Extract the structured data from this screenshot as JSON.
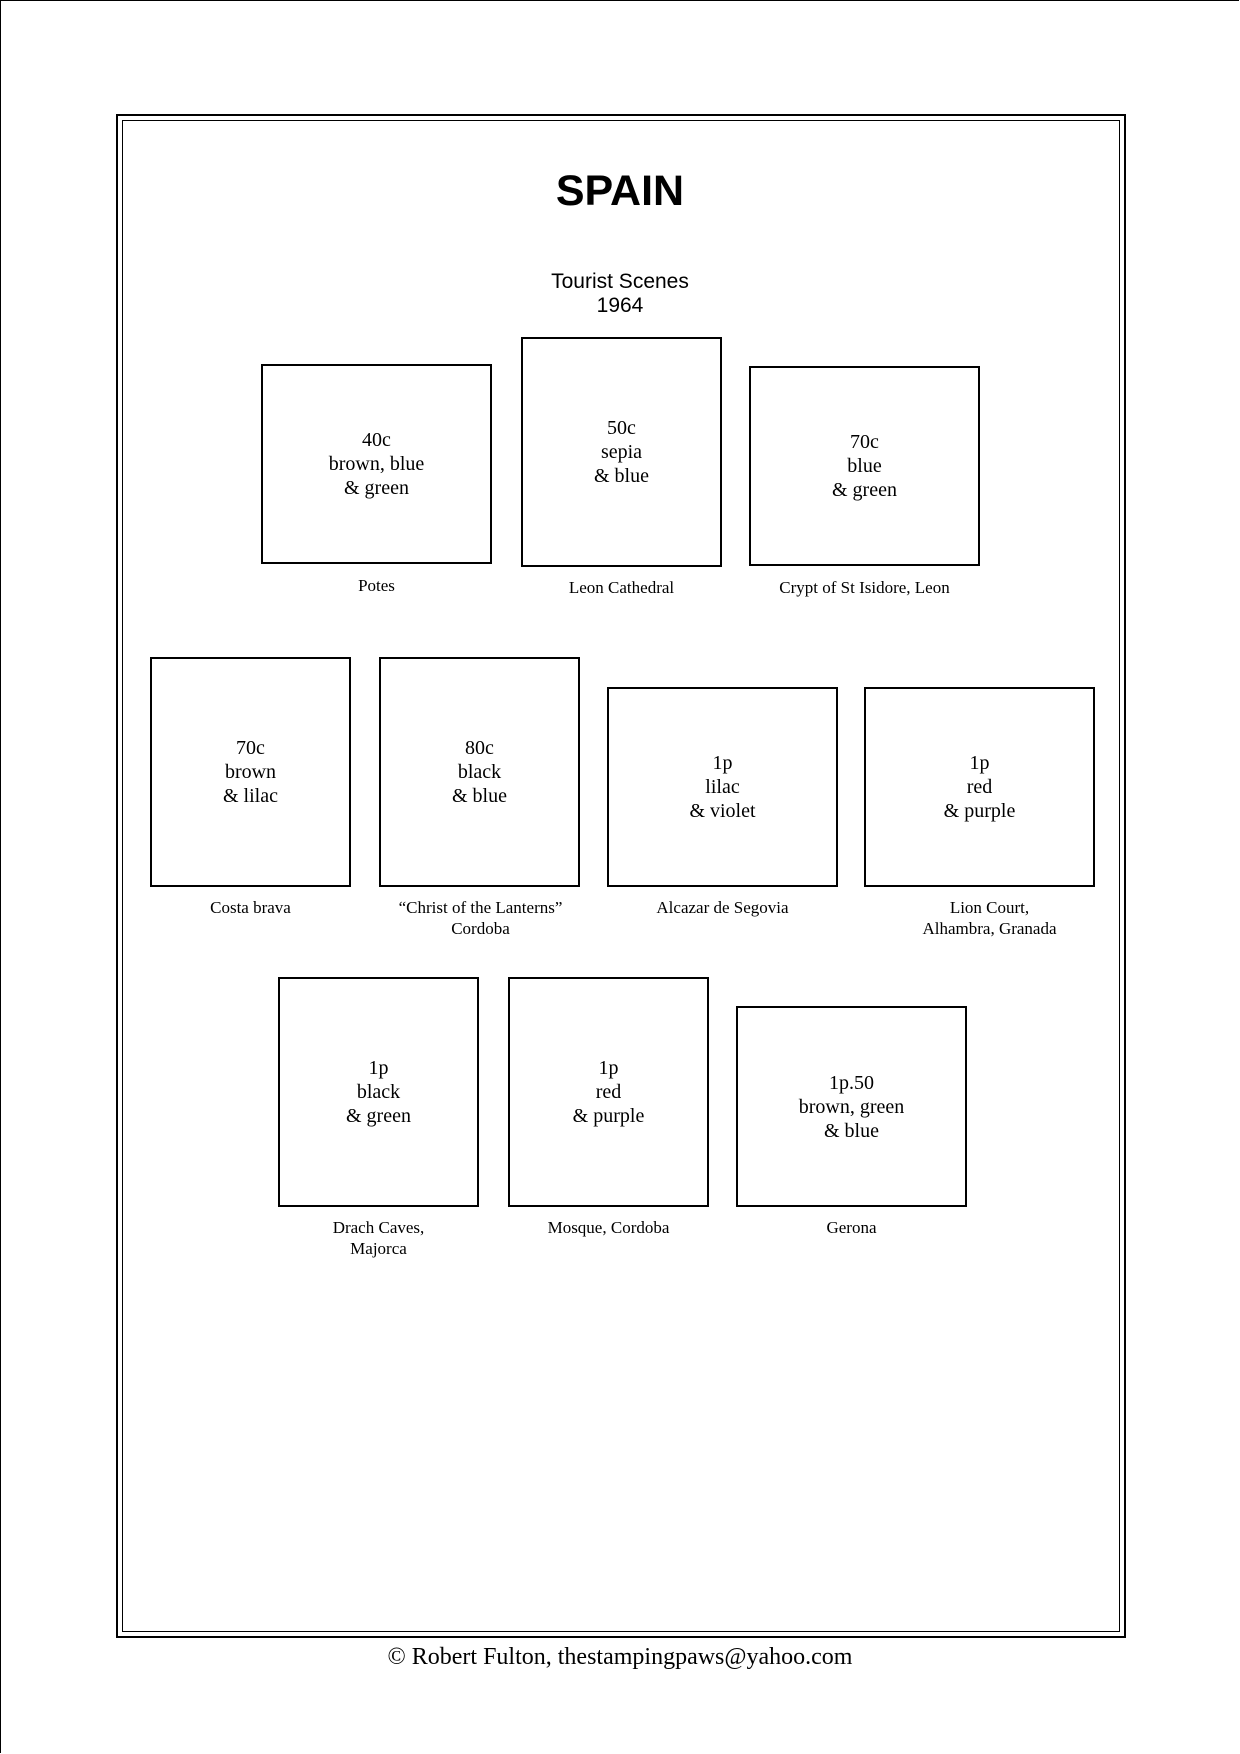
{
  "page": {
    "title": "SPAIN",
    "set_title": "Tourist Scenes",
    "set_year": "1964"
  },
  "stamps": [
    {
      "denomination": "40c",
      "colors": [
        "brown, blue",
        "& green"
      ],
      "caption": [
        "Potes"
      ]
    },
    {
      "denomination": "50c",
      "colors": [
        "sepia",
        "& blue"
      ],
      "caption": [
        "Leon Cathedral"
      ]
    },
    {
      "denomination": "70c",
      "colors": [
        "blue",
        "& green"
      ],
      "caption": [
        "Crypt of St Isidore, Leon"
      ]
    },
    {
      "denomination": "70c",
      "colors": [
        "brown",
        "& lilac"
      ],
      "caption": [
        "Costa brava"
      ]
    },
    {
      "denomination": "80c",
      "colors": [
        "black",
        "& blue"
      ],
      "caption": [
        "“Christ of the Lanterns”",
        "Cordoba"
      ]
    },
    {
      "denomination": "1p",
      "colors": [
        "lilac",
        "& violet"
      ],
      "caption": [
        "Alcazar de Segovia"
      ]
    },
    {
      "denomination": "1p",
      "colors": [
        "red",
        "& purple"
      ],
      "caption": [
        "Lion Court,",
        "Alhambra, Granada"
      ]
    },
    {
      "denomination": "1p",
      "colors": [
        "black",
        "& green"
      ],
      "caption": [
        "Drach Caves,",
        "Majorca"
      ]
    },
    {
      "denomination": "1p",
      "colors": [
        "red",
        "& purple"
      ],
      "caption": [
        "Mosque, Cordoba"
      ]
    },
    {
      "denomination": "1p.50",
      "colors": [
        "brown, green",
        "& blue"
      ],
      "caption": [
        "Gerona"
      ]
    }
  ],
  "footer": {
    "copyright": "©  Robert Fulton, thestampingpaws@yahoo.com"
  }
}
